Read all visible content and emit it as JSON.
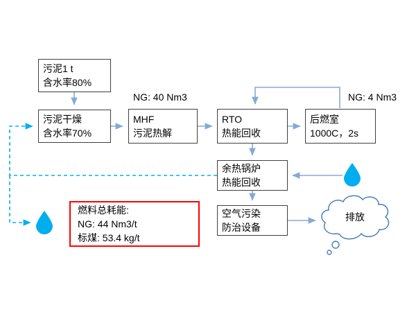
{
  "slide": {
    "boxes": {
      "sludge_input": {
        "line1": "污泥1 t",
        "line2": "含水率80%"
      },
      "sludge_drying": {
        "line1": "污泥干燥",
        "line2": "含水率70%"
      },
      "mhf": {
        "line1": "MHF",
        "line2": "污泥热解"
      },
      "rto": {
        "line1": "RTO",
        "line2": "热能回收"
      },
      "afterburner": {
        "line1": "后燃室",
        "line2": "1000C，2s"
      },
      "waste_heat_boiler": {
        "line1": "余热锅炉",
        "line2": "热能回收"
      },
      "air_pollution_control": {
        "line1": "空气污染",
        "line2": "防治设备"
      }
    },
    "annotations": {
      "ng_mhf": "NG: 40 Nm3",
      "ng_afterburner": "NG: 4 Nm3"
    },
    "fuel_summary": {
      "line1": "燃料总耗能:",
      "line2": "NG: 44 Nm3/t",
      "line3": "标煤: 53.4 kg/t"
    },
    "emission_cloud": {
      "label": "排放"
    },
    "icons": {
      "water_drop": "water-drop-icon",
      "emission": "cloud-icon"
    },
    "colors": {
      "connector_blue": "#85aad2",
      "dashed_cyan": "#00b0f0",
      "droplet_blue": "#00aeef",
      "cloud_outline": "#4a7ebb",
      "highlight_border": "#ff0000",
      "box_border": "#3f3f3f"
    }
  }
}
